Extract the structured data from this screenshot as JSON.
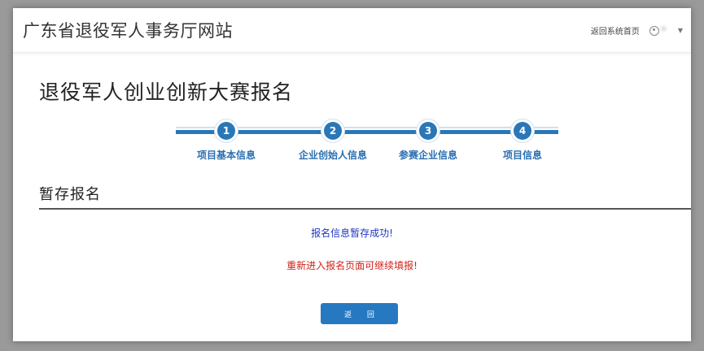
{
  "header": {
    "site_title": "广东省退役军人事务厅网站",
    "home_link": "返回系统首页",
    "username": "*"
  },
  "page_title": "退役军人创业创新大赛报名",
  "steps": [
    {
      "number": "1",
      "label": "项目基本信息"
    },
    {
      "number": "2",
      "label": "企业创始人信息"
    },
    {
      "number": "3",
      "label": "参赛企业信息"
    },
    {
      "number": "4",
      "label": "项目信息"
    }
  ],
  "section_title": "暂存报名",
  "messages": {
    "success": "报名信息暂存成功!",
    "notice": "重新进入报名页面可继续填报!"
  },
  "back_button": "返 回",
  "colors": {
    "accent": "#2a77b7",
    "success_text": "#1f35c4",
    "notice_text": "#d0231b"
  }
}
